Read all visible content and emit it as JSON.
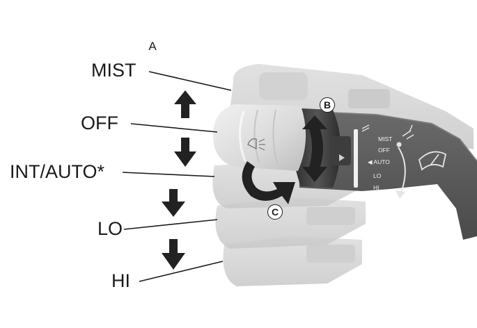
{
  "positions": {
    "mist": "MIST",
    "off": "OFF",
    "int_auto": "INT/AUTO*",
    "lo": "LO",
    "hi": "HI"
  },
  "markers": {
    "a": "A",
    "b": "B",
    "c": "C"
  },
  "ring_scale": {
    "mist": "MIST",
    "off": "OFF",
    "auto": "◀ AUTO",
    "lo": "LO",
    "hi": "HI"
  },
  "icons": [
    "up-arrow-icon",
    "down-arrow-icon",
    "windshield-wiper-icon",
    "washer-spray-icon",
    "rotate-arrow-icon"
  ],
  "colors": {
    "stalk_dark": "#595959",
    "ghost": "#d6d6d6",
    "knob": "#e4e4e4",
    "arrow": "#222222"
  }
}
